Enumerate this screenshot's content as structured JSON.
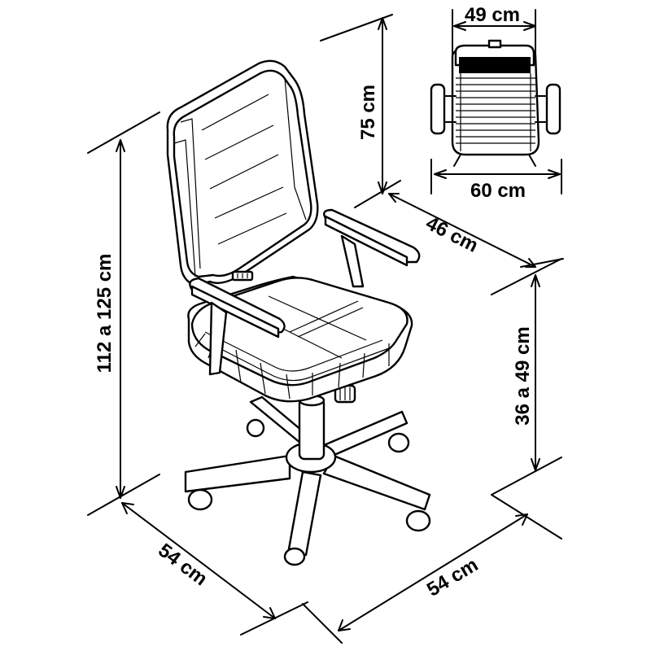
{
  "dimensions": {
    "top_view_width": "49 cm",
    "top_view_armrest_width": "60 cm",
    "backrest_height": "75 cm",
    "total_height": "112 a 125 cm",
    "seat_depth": "46 cm",
    "seat_height": "36 a 49 cm",
    "base_left": "54 cm",
    "base_right": "54 cm"
  },
  "colors": {
    "line": "#000000",
    "background": "#ffffff"
  },
  "icons": {
    "main": "office-chair-drawing",
    "top": "chair-top-view-drawing"
  }
}
